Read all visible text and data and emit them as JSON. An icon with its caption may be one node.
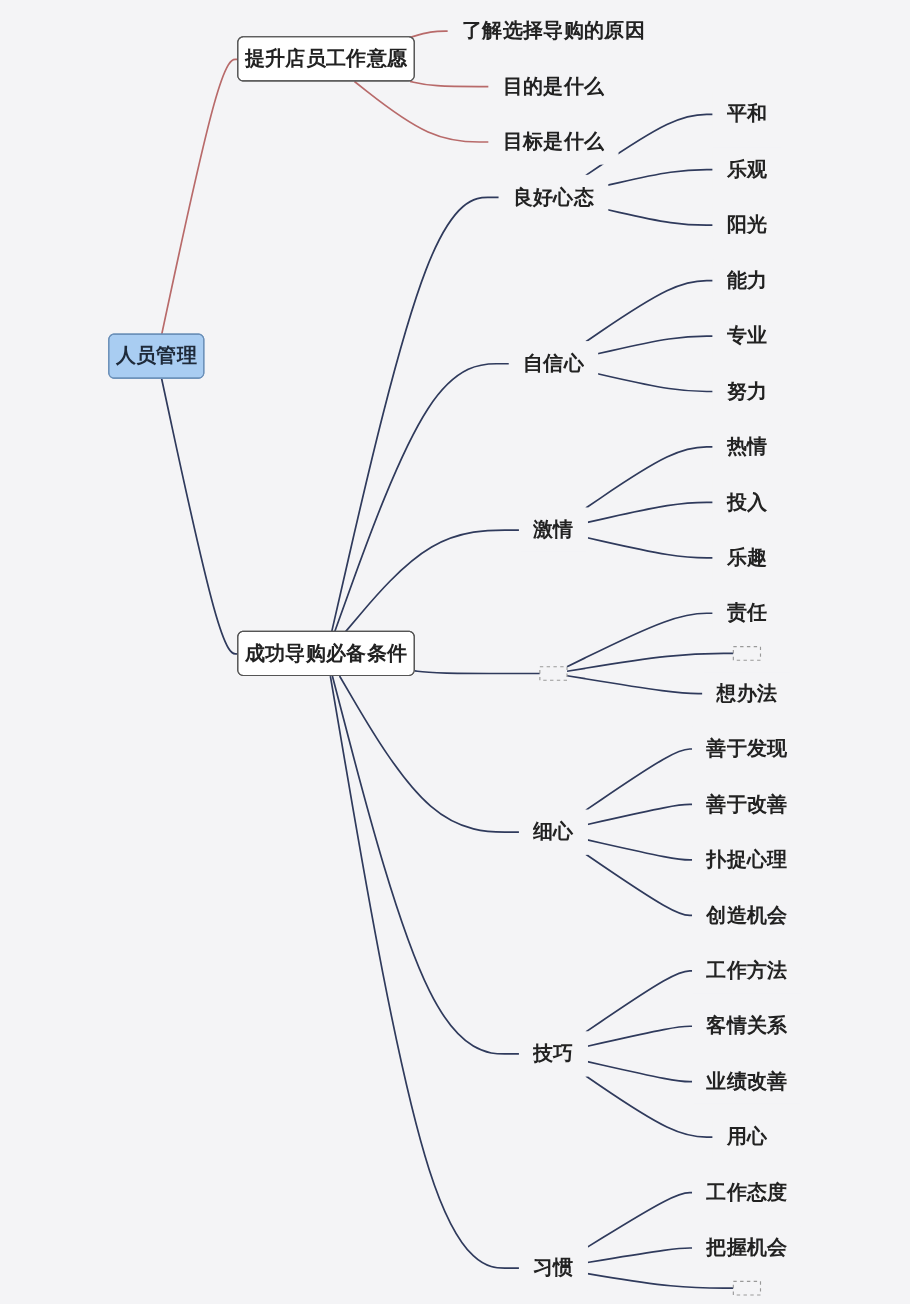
{
  "diagram": {
    "nodes": [
      {
        "text": [
          "人员管理"
        ]
      },
      {
        "text": [
          "提升店员工作意愿"
        ]
      },
      {
        "text": [
          "了解选择导购的原因"
        ]
      },
      {
        "text": [
          "目的是什么"
        ]
      },
      {
        "text": [
          "目标是什么"
        ]
      },
      {
        "text": [
          "成功导购必备条件"
        ]
      },
      {
        "text": [
          "良好心态"
        ]
      },
      {
        "text": [
          "平和"
        ]
      },
      {
        "text": [
          "乐观"
        ]
      },
      {
        "text": [
          "阳光"
        ]
      },
      {
        "text": [
          "自信心"
        ]
      },
      {
        "text": [
          "能力"
        ]
      },
      {
        "text": [
          "专业"
        ]
      },
      {
        "text": [
          "努力"
        ]
      },
      {
        "text": [
          "激情"
        ]
      },
      {
        "text": [
          "热情"
        ]
      },
      {
        "text": [
          "投入"
        ]
      },
      {
        "text": [
          "乐趣"
        ]
      },
      {
        "text": [],
        "shape": "box"
      },
      {
        "text": [
          "责任"
        ]
      },
      {
        "text": [],
        "shape": "box"
      },
      {
        "text": [
          "想办法"
        ]
      },
      {
        "text": [
          "细心"
        ]
      },
      {
        "text": [
          "善于发现"
        ]
      },
      {
        "text": [
          "善于改善"
        ]
      },
      {
        "text": [
          "扑捉心理"
        ]
      },
      {
        "text": [
          "创造机会"
        ]
      },
      {
        "text": [
          "技巧"
        ]
      },
      {
        "text": [
          "工作方法"
        ]
      },
      {
        "text": [
          "客情关系"
        ]
      },
      {
        "text": [
          "业绩改善"
        ]
      },
      {
        "text": [
          "用心"
        ]
      },
      {
        "text": [
          "习惯"
        ]
      },
      {
        "text": [
          "工作态度"
        ]
      },
      {
        "text": [
          "把握机会"
        ]
      },
      {
        "text": [],
        "shape": "box"
      }
    ],
    "edges": [
      {
        "from": 0,
        "to": 1,
        "arrow": "none",
        "color": "#b86a6a"
      },
      {
        "from": 1,
        "to": 2,
        "arrow": "none",
        "color": "#b86a6a"
      },
      {
        "from": 1,
        "to": 3,
        "arrow": "none",
        "color": "#b86a6a"
      },
      {
        "from": 1,
        "to": 4,
        "arrow": "none",
        "color": "#b86a6a"
      },
      {
        "from": 0,
        "to": 5,
        "arrow": "none"
      },
      {
        "from": 5,
        "to": 6,
        "arrow": "none"
      },
      {
        "from": 6,
        "to": 7,
        "arrow": "none"
      },
      {
        "from": 6,
        "to": 8,
        "arrow": "none"
      },
      {
        "from": 6,
        "to": 9,
        "arrow": "none"
      },
      {
        "from": 5,
        "to": 10,
        "arrow": "none"
      },
      {
        "from": 10,
        "to": 11,
        "arrow": "none"
      },
      {
        "from": 10,
        "to": 12,
        "arrow": "none"
      },
      {
        "from": 10,
        "to": 13,
        "arrow": "none"
      },
      {
        "from": 5,
        "to": 14,
        "arrow": "none"
      },
      {
        "from": 14,
        "to": 15,
        "arrow": "none"
      },
      {
        "from": 14,
        "to": 16,
        "arrow": "none"
      },
      {
        "from": 14,
        "to": 17,
        "arrow": "none"
      },
      {
        "from": 5,
        "to": 18,
        "arrow": "none"
      },
      {
        "from": 18,
        "to": 19,
        "arrow": "none"
      },
      {
        "from": 18,
        "to": 20,
        "arrow": "none"
      },
      {
        "from": 18,
        "to": 21,
        "arrow": "none"
      },
      {
        "from": 5,
        "to": 22,
        "arrow": "none"
      },
      {
        "from": 22,
        "to": 23,
        "arrow": "none"
      },
      {
        "from": 22,
        "to": 24,
        "arrow": "none"
      },
      {
        "from": 22,
        "to": 25,
        "arrow": "none"
      },
      {
        "from": 22,
        "to": 26,
        "arrow": "none"
      },
      {
        "from": 5,
        "to": 27,
        "arrow": "none"
      },
      {
        "from": 27,
        "to": 28,
        "arrow": "none"
      },
      {
        "from": 27,
        "to": 29,
        "arrow": "none"
      },
      {
        "from": 27,
        "to": 30,
        "arrow": "none"
      },
      {
        "from": 27,
        "to": 31,
        "arrow": "none"
      },
      {
        "from": 5,
        "to": 32,
        "arrow": "none"
      },
      {
        "from": 32,
        "to": 33,
        "arrow": "none"
      },
      {
        "from": 32,
        "to": 34,
        "arrow": "none"
      },
      {
        "from": 32,
        "to": 35,
        "arrow": "none"
      }
    ]
  }
}
